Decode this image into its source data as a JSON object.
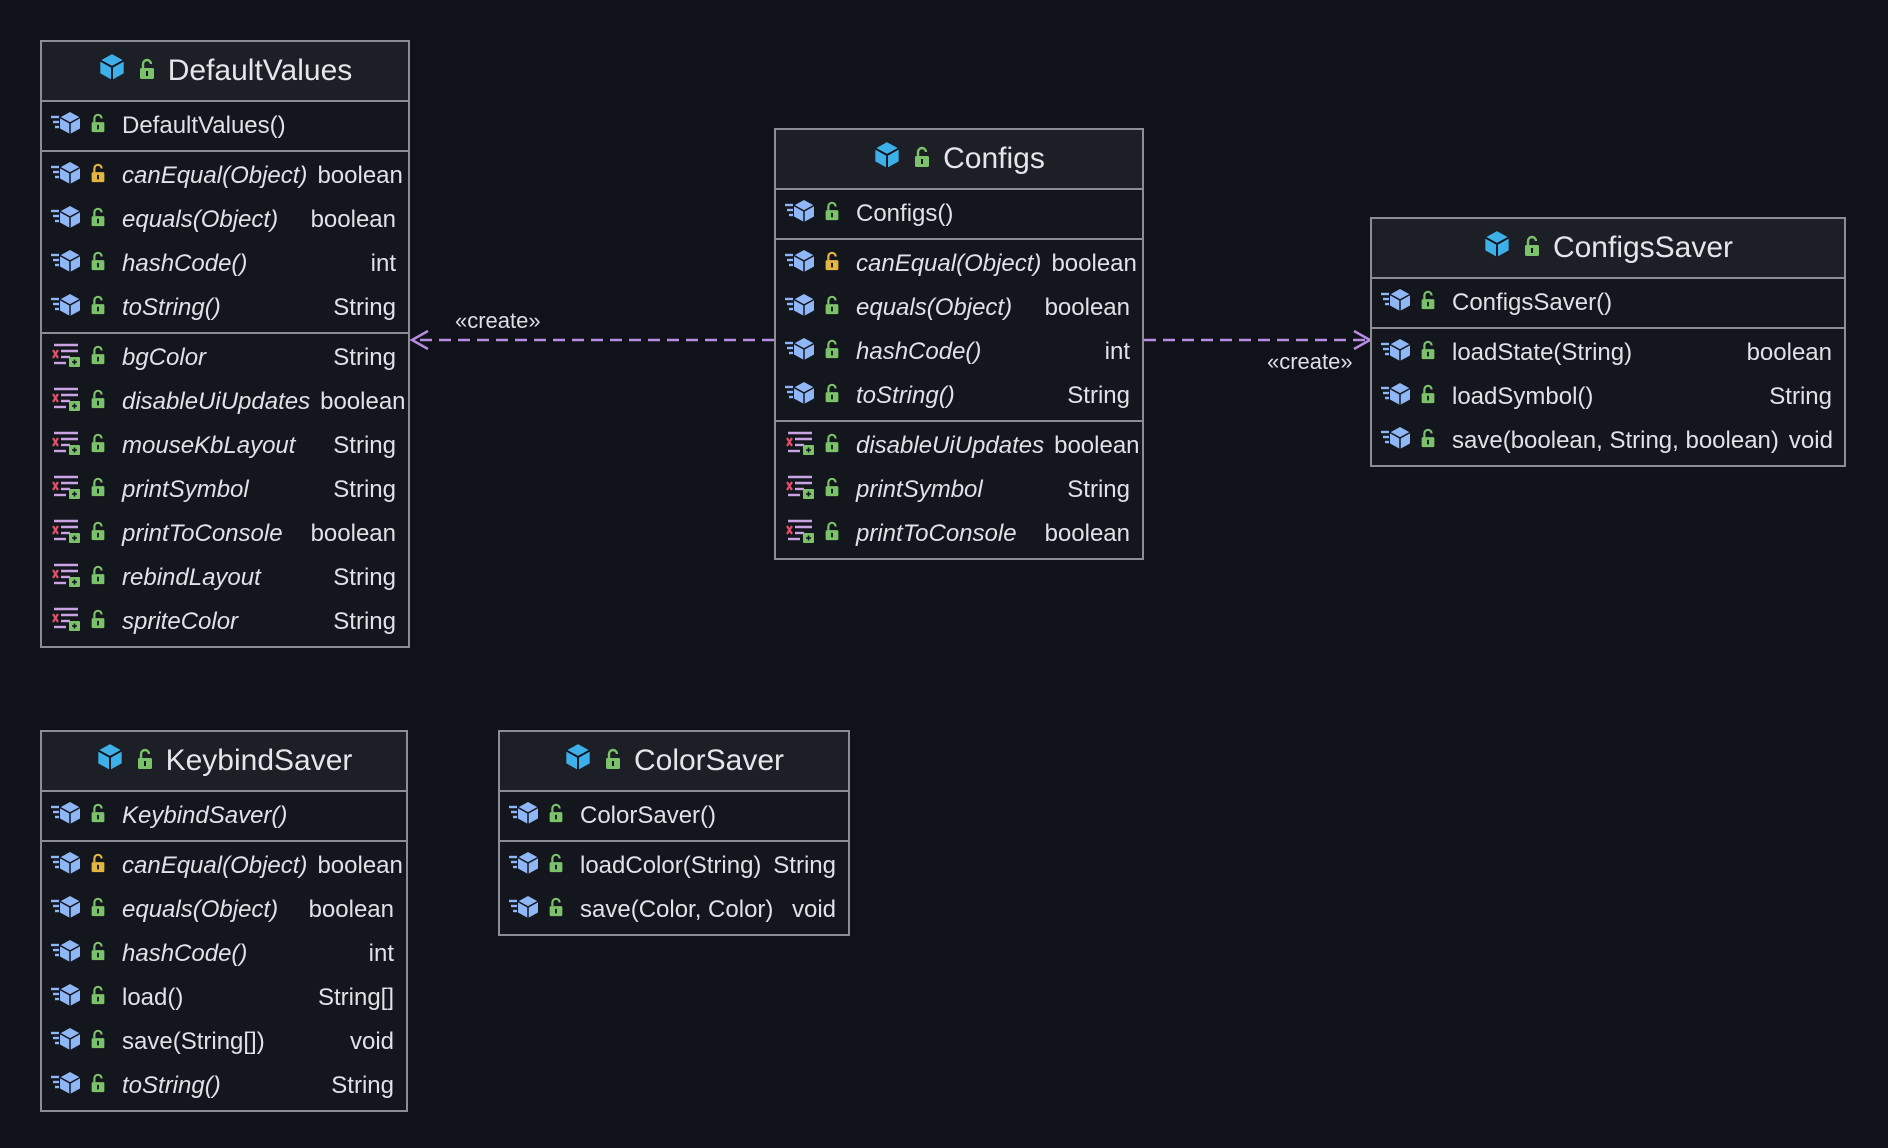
{
  "colors": {
    "background": "#0f1219",
    "border": "#8a8d93",
    "header_bg": "#1c1f25",
    "class_icon": "#3db0ea",
    "method_icon": "#8fb6f5",
    "field_icon": "#c9a3e4",
    "public_lock": "#7cc26b",
    "protected_lock": "#e3b542",
    "arrow": "#b88ce0"
  },
  "classes": {
    "defaultValues": {
      "title": "DefaultValues",
      "constructor": [
        {
          "name": "DefaultValues()",
          "type": "",
          "italic": false,
          "kind": "method",
          "access": "public"
        }
      ],
      "methods": [
        {
          "name": "canEqual(Object)",
          "type": "boolean",
          "italic": true,
          "kind": "method",
          "access": "protected"
        },
        {
          "name": "equals(Object)",
          "type": "boolean",
          "italic": true,
          "kind": "method",
          "access": "public"
        },
        {
          "name": "hashCode()",
          "type": "int",
          "italic": true,
          "kind": "method",
          "access": "public"
        },
        {
          "name": "toString()",
          "type": "String",
          "italic": true,
          "kind": "method",
          "access": "public"
        }
      ],
      "fields": [
        {
          "name": "bgColor",
          "type": "String",
          "italic": true,
          "kind": "field",
          "access": "public"
        },
        {
          "name": "disableUiUpdates",
          "type": "boolean",
          "italic": true,
          "kind": "field",
          "access": "public"
        },
        {
          "name": "mouseKbLayout",
          "type": "String",
          "italic": true,
          "kind": "field",
          "access": "public"
        },
        {
          "name": "printSymbol",
          "type": "String",
          "italic": true,
          "kind": "field",
          "access": "public"
        },
        {
          "name": "printToConsole",
          "type": "boolean",
          "italic": true,
          "kind": "field",
          "access": "public"
        },
        {
          "name": "rebindLayout",
          "type": "String",
          "italic": true,
          "kind": "field",
          "access": "public"
        },
        {
          "name": "spriteColor",
          "type": "String",
          "italic": true,
          "kind": "field",
          "access": "public"
        }
      ]
    },
    "configs": {
      "title": "Configs",
      "constructor": [
        {
          "name": "Configs()",
          "type": "",
          "italic": false,
          "kind": "method",
          "access": "public"
        }
      ],
      "methods": [
        {
          "name": "canEqual(Object)",
          "type": "boolean",
          "italic": true,
          "kind": "method",
          "access": "protected"
        },
        {
          "name": "equals(Object)",
          "type": "boolean",
          "italic": true,
          "kind": "method",
          "access": "public"
        },
        {
          "name": "hashCode()",
          "type": "int",
          "italic": true,
          "kind": "method",
          "access": "public"
        },
        {
          "name": "toString()",
          "type": "String",
          "italic": true,
          "kind": "method",
          "access": "public"
        }
      ],
      "fields": [
        {
          "name": "disableUiUpdates",
          "type": "boolean",
          "italic": true,
          "kind": "field",
          "access": "public"
        },
        {
          "name": "printSymbol",
          "type": "String",
          "italic": true,
          "kind": "field",
          "access": "public"
        },
        {
          "name": "printToConsole",
          "type": "boolean",
          "italic": true,
          "kind": "field",
          "access": "public"
        }
      ]
    },
    "configsSaver": {
      "title": "ConfigsSaver",
      "constructor": [
        {
          "name": "ConfigsSaver()",
          "type": "",
          "italic": false,
          "kind": "method",
          "access": "public"
        }
      ],
      "methods": [
        {
          "name": "loadState(String)",
          "type": "boolean",
          "italic": false,
          "kind": "method",
          "access": "public"
        },
        {
          "name": "loadSymbol()",
          "type": "String",
          "italic": false,
          "kind": "method",
          "access": "public"
        },
        {
          "name": "save(boolean, String, boolean)",
          "type": "void",
          "italic": false,
          "kind": "method",
          "access": "public"
        }
      ],
      "fields": []
    },
    "keybindSaver": {
      "title": "KeybindSaver",
      "constructor": [
        {
          "name": "KeybindSaver()",
          "type": "",
          "italic": true,
          "kind": "method",
          "access": "public"
        }
      ],
      "methods": [
        {
          "name": "canEqual(Object)",
          "type": "boolean",
          "italic": true,
          "kind": "method",
          "access": "protected"
        },
        {
          "name": "equals(Object)",
          "type": "boolean",
          "italic": true,
          "kind": "method",
          "access": "public"
        },
        {
          "name": "hashCode()",
          "type": "int",
          "italic": true,
          "kind": "method",
          "access": "public"
        },
        {
          "name": "load()",
          "type": "String[]",
          "italic": false,
          "kind": "method",
          "access": "public"
        },
        {
          "name": "save(String[])",
          "type": "void",
          "italic": false,
          "kind": "method",
          "access": "public"
        },
        {
          "name": "toString()",
          "type": "String",
          "italic": true,
          "kind": "method",
          "access": "public"
        }
      ],
      "fields": []
    },
    "colorSaver": {
      "title": "ColorSaver",
      "constructor": [
        {
          "name": "ColorSaver()",
          "type": "",
          "italic": false,
          "kind": "method",
          "access": "public"
        }
      ],
      "methods": [
        {
          "name": "loadColor(String)",
          "type": "String",
          "italic": false,
          "kind": "method",
          "access": "public"
        },
        {
          "name": "save(Color, Color)",
          "type": "void",
          "italic": false,
          "kind": "method",
          "access": "public"
        }
      ],
      "fields": []
    }
  },
  "edges": {
    "configs_to_defaultValues": "«create»",
    "configs_to_configsSaver": "«create»"
  }
}
